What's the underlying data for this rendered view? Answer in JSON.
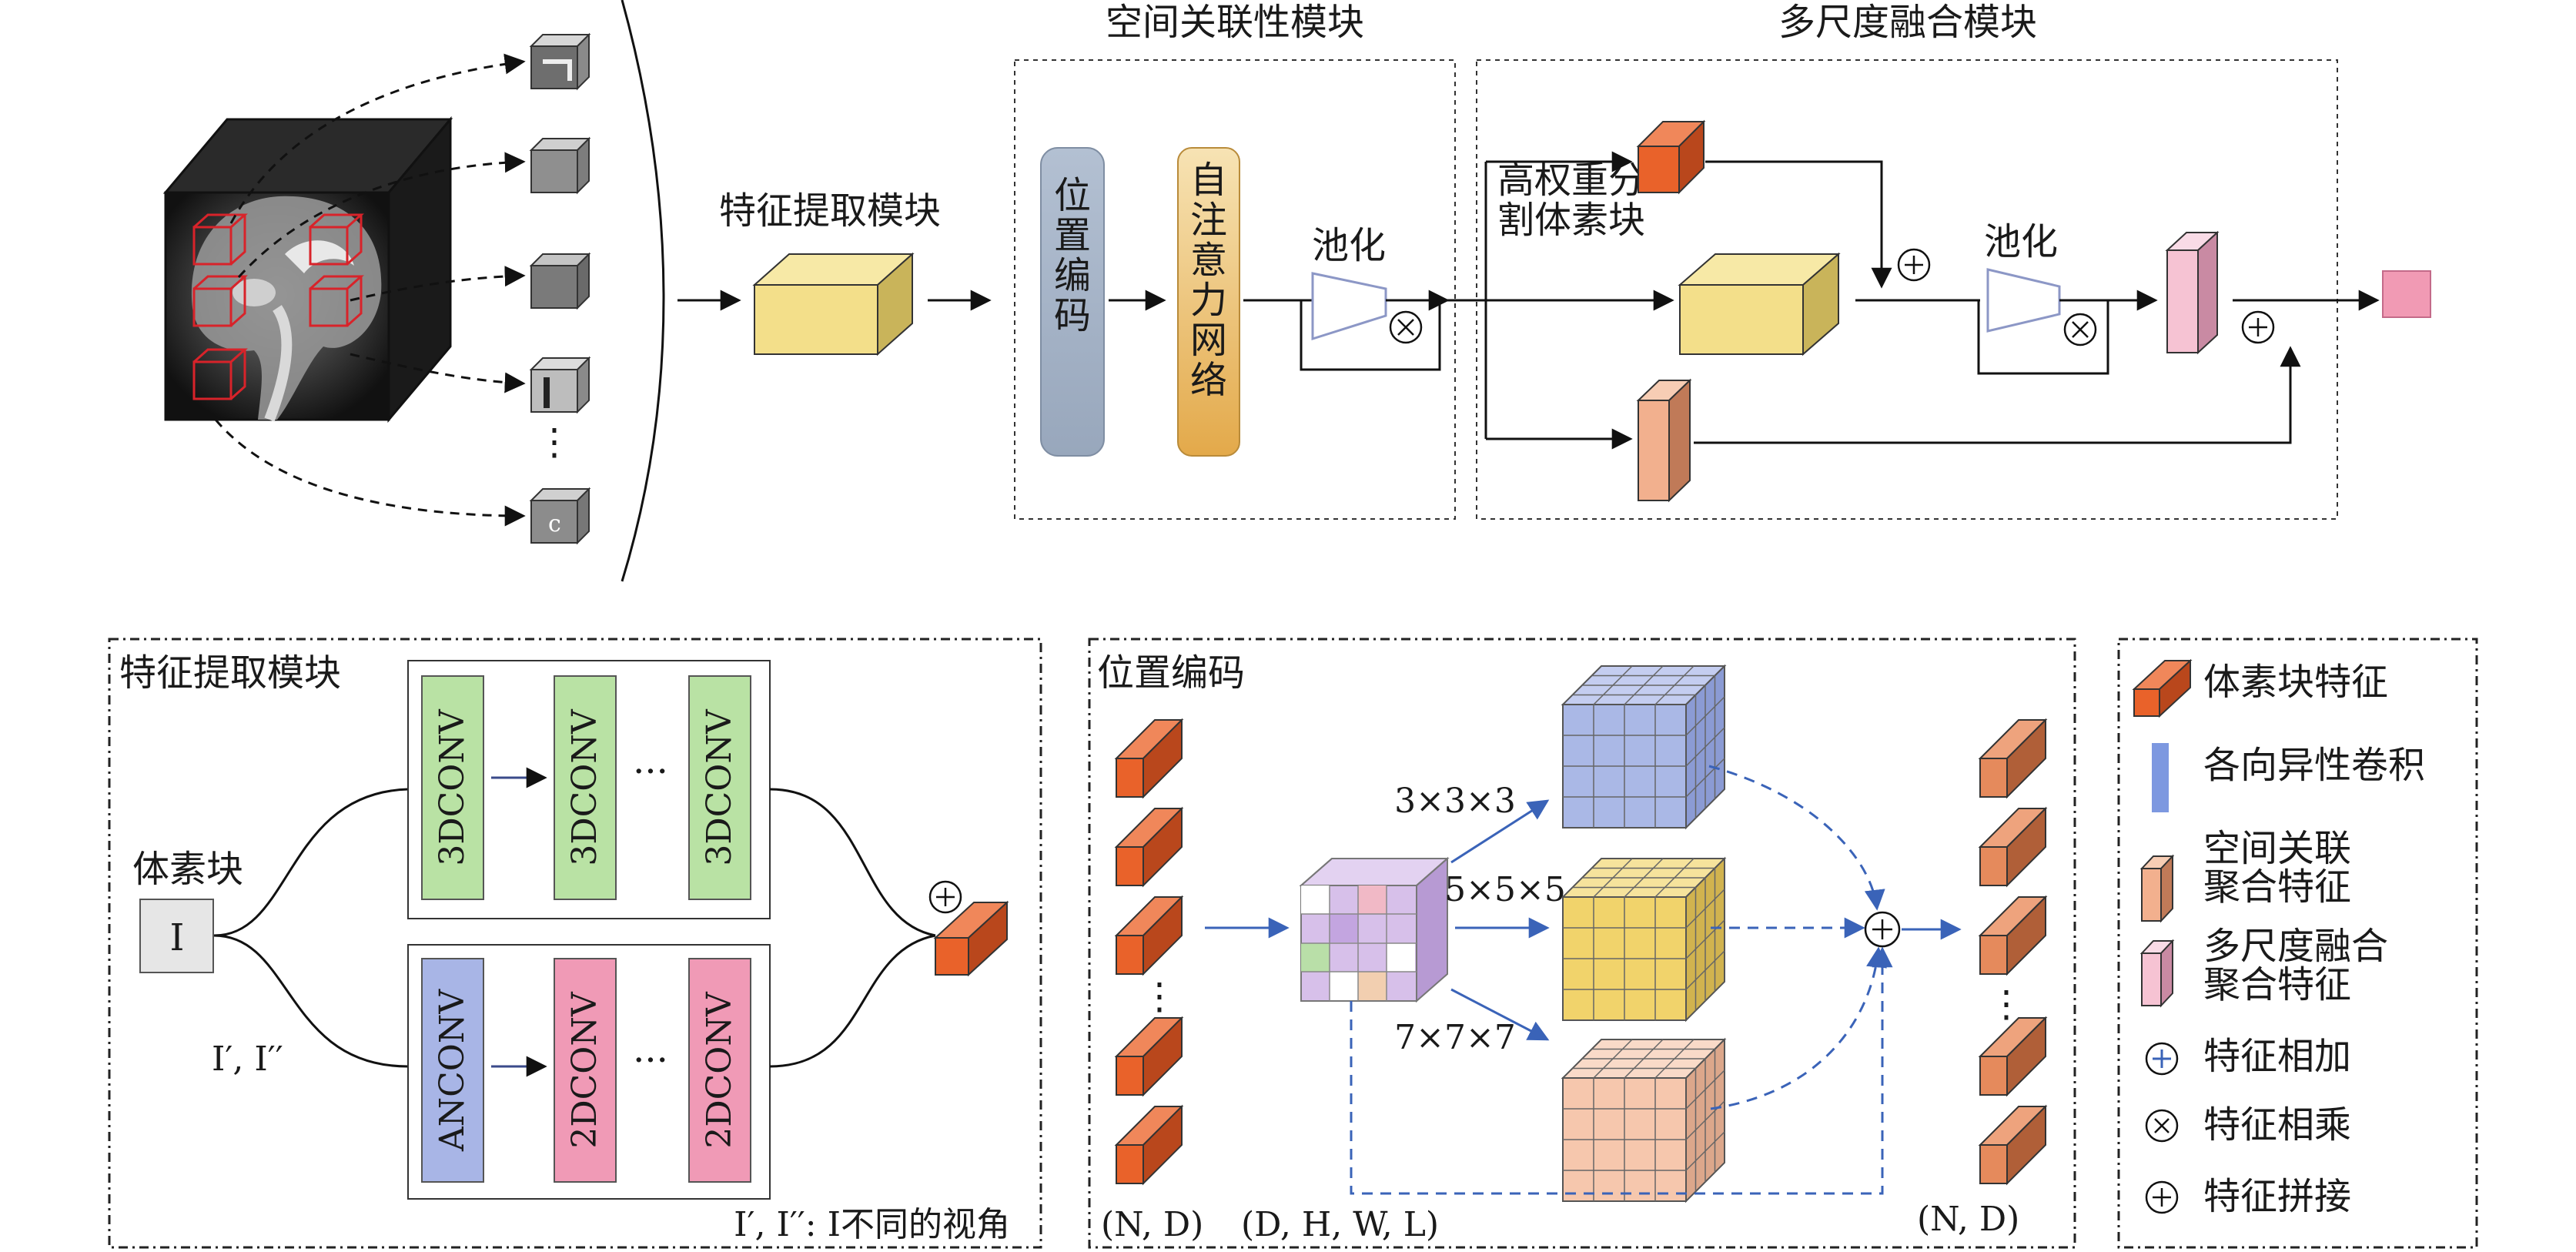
{
  "top": {
    "feature_extraction": "特征提取模块",
    "spatial_module": {
      "title": "空间关联性模块",
      "pos_encoding": "位置编码",
      "self_attention": "自注意力网络",
      "pooling": "池化"
    },
    "multiscale_module": {
      "title": "多尺度融合模块",
      "split_label": "高权重分割体素块",
      "pooling": "池化"
    },
    "vdots": "⋮",
    "last_cube_label": "c"
  },
  "feature_panel": {
    "title": "特征提取模块",
    "voxel_label": "体素块",
    "input_symbol": "I",
    "views_label": "I′, I′′",
    "row1": [
      "3DCONV",
      "3DCONV",
      "3DCONV"
    ],
    "row2": [
      "ANCONV",
      "2DCONV",
      "2DCONV"
    ],
    "ellipsis": "···",
    "note": "I′, I′′: I不同的视角"
  },
  "pos_panel": {
    "title": "位置编码",
    "k3": "3×3×3",
    "k5": "5×5×5",
    "k7": "7×7×7",
    "dims_left": "(N, D)",
    "dims_mid": "(D, H, W, L)",
    "dims_right": "(N, D)",
    "vdots": "⋮"
  },
  "legend": {
    "voxel_feature": "体素块特征",
    "aniso_conv": "各向异性卷积",
    "spatial_agg_1": "空间关联",
    "spatial_agg_2": "聚合特征",
    "multi_agg_1": "多尺度融合",
    "multi_agg_2": "聚合特征",
    "feat_add": "特征相加",
    "feat_mul": "特征相乘",
    "feat_concat": "特征拼接"
  },
  "colors": {
    "orange_front": "#e9622a",
    "orange_top": "#f0875a",
    "orange_side": "#b9471c",
    "peach_front": "#f2b08e",
    "pink_front": "#f6c3d3",
    "yellow_box": "#f3df8a",
    "green_conv": "#b9e2a4",
    "pink_conv": "#f09ab6",
    "blue_conv": "#a8b5e6",
    "gray_pill": "#a7b5c9",
    "gold_pill": "#e9b964",
    "blue_cube": "#aab8e6",
    "yellow_cube": "#f1d36b",
    "peach_cube": "#f6c7ad",
    "output_square": "#f19ab4",
    "accent_blue": "#3a63b8"
  }
}
